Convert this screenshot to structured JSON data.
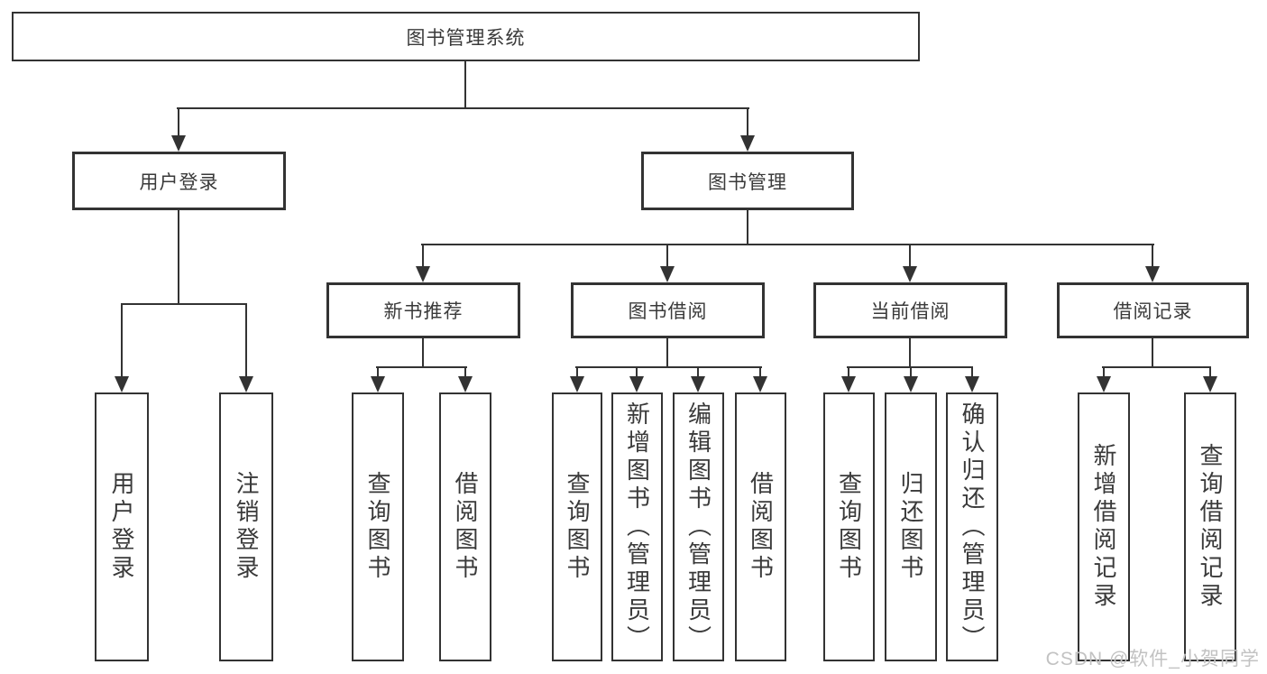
{
  "diagram": {
    "root": {
      "label": "图书管理系统"
    },
    "branches": [
      {
        "label": "用户登录",
        "children": [
          {
            "label": "用户登录"
          },
          {
            "label": "注销登录"
          }
        ]
      },
      {
        "label": "图书管理",
        "children": [
          {
            "label": "新书推荐",
            "children": [
              {
                "label": "查询图书"
              },
              {
                "label": "借阅图书"
              }
            ]
          },
          {
            "label": "图书借阅",
            "children": [
              {
                "label": "查询图书"
              },
              {
                "label": "新增图书（管理员）"
              },
              {
                "label": "编辑图书（管理员）"
              },
              {
                "label": "借阅图书"
              }
            ]
          },
          {
            "label": "当前借阅",
            "children": [
              {
                "label": "查询图书"
              },
              {
                "label": "归还图书"
              },
              {
                "label": "确认归还（管理员）"
              }
            ]
          },
          {
            "label": "借阅记录",
            "children": [
              {
                "label": "新增借阅记录"
              },
              {
                "label": "查询借阅记录"
              }
            ]
          }
        ]
      }
    ],
    "watermark": {
      "text": "CSDN @软件_小贺同学"
    },
    "colors": {
      "line": "#333333",
      "text": "#3a3a3a",
      "box_fill": "#ffffff",
      "background": "#ffffff",
      "watermark": "#c2c2c2"
    }
  }
}
